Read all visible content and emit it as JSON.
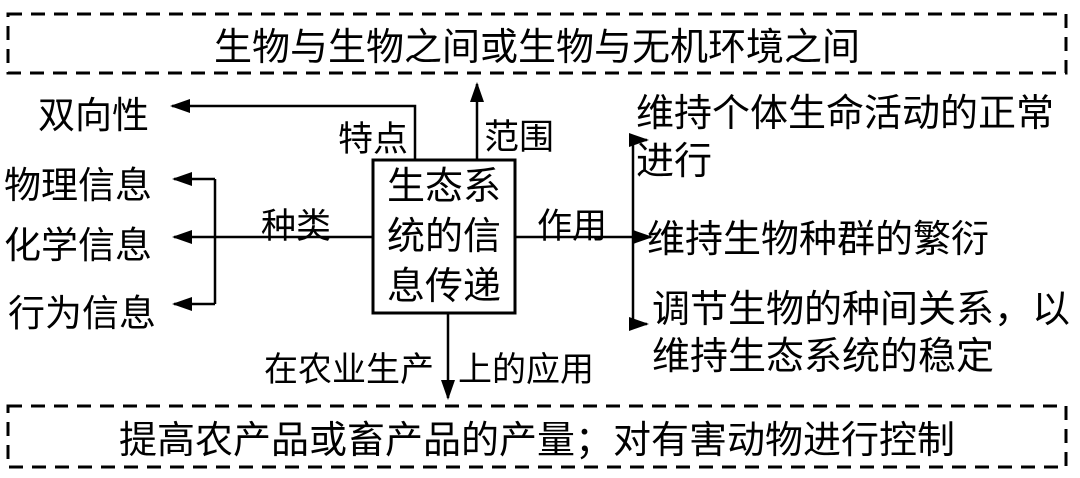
{
  "title": "生态系统的信息传递",
  "diagram": {
    "center_node": {
      "lines": [
        "生态系",
        "统的信",
        "息传递"
      ]
    },
    "scope": {
      "label": "范围",
      "target": "生物与生物之间或生物与无机环境之间"
    },
    "feature": {
      "label": "特点",
      "item": "双向性"
    },
    "types": {
      "label": "种类",
      "items": [
        "物理信息",
        "化学信息",
        "行为信息"
      ]
    },
    "functions": {
      "label": "作用",
      "items": [
        [
          "维持个体生命活动的正常",
          "进行"
        ],
        [
          "维持生物种群的繁衍"
        ],
        [
          "调节生物的种间关系，以",
          "维持生态系统的稳定"
        ]
      ]
    },
    "application": {
      "label_left": "在农业生产",
      "label_right": "上的应用",
      "target": "提高农产品或畜产品的产量；对有害动物进行控制"
    }
  },
  "colors": {
    "background": "#ffffff",
    "line": "#000000",
    "text": "#000000"
  }
}
